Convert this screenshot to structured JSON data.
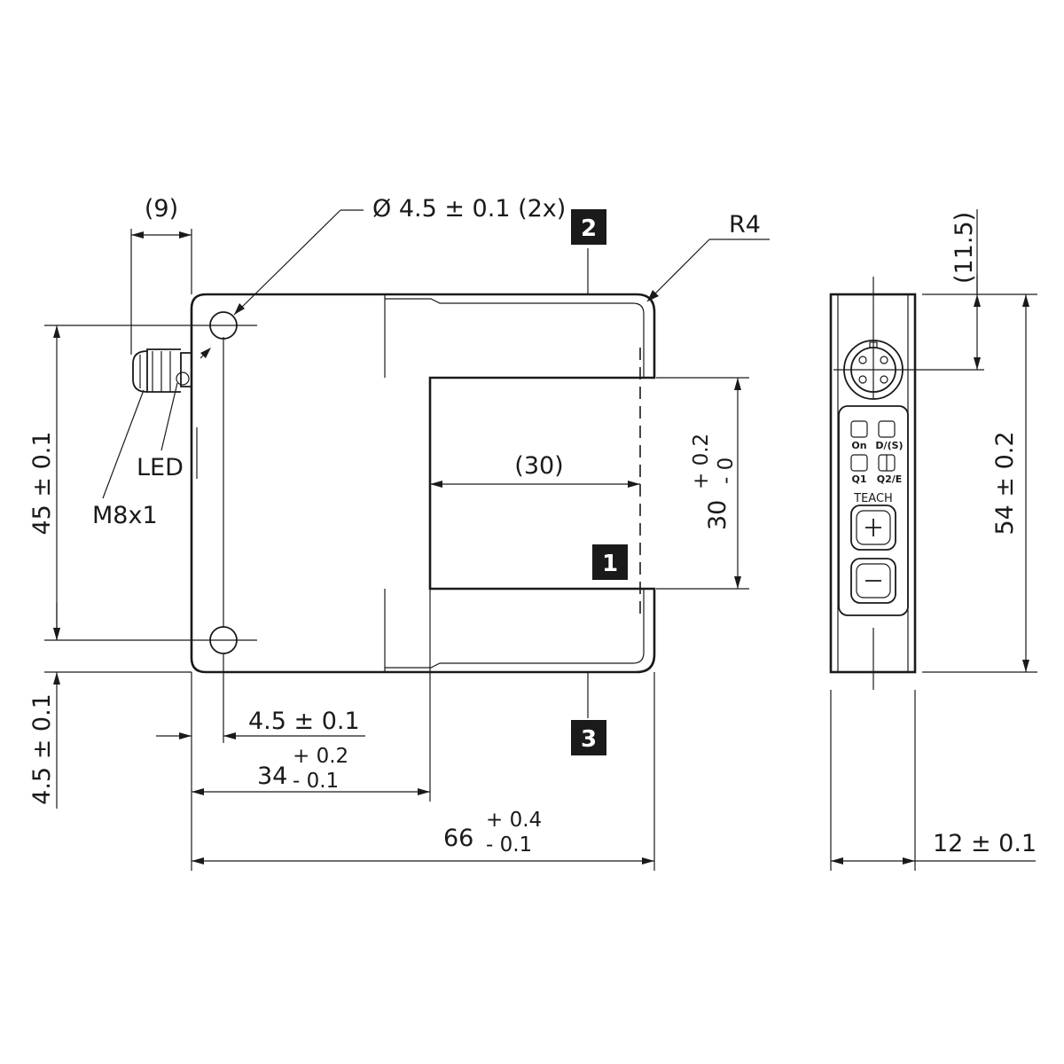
{
  "dimensions": {
    "connector_length": "(9)",
    "hole_diameter": "Ø 4.5 ± 0.1 (2x)",
    "corner_radius": "R4",
    "hole_spacing": "45 ± 0.1",
    "led": "LED",
    "connector_thread": "M8x1",
    "slot_depth": "(30)",
    "slot_width": "30",
    "slot_width_plus": "+ 0.2",
    "slot_width_minus": "- 0",
    "hole_offset_x": "4.5 ± 0.1",
    "hole_offset_y": "4.5 ± 0.1",
    "arm_width": "34",
    "arm_width_plus": "+ 0.2",
    "arm_width_minus": "- 0.1",
    "total_width": "66",
    "total_width_plus": "+ 0.4",
    "total_width_minus": "- 0.1",
    "connector_offset": "(11.5)",
    "total_height": "54 ± 0.2",
    "thickness": "12 ± 0.1"
  },
  "markers": {
    "m1": "1",
    "m2": "2",
    "m3": "3"
  },
  "panel": {
    "on": "On",
    "ds": "D/(S)",
    "q1": "Q1",
    "q2e": "Q2/E",
    "teach": "TEACH"
  },
  "icons": {
    "plus": "plus-button-icon",
    "minus": "minus-button-icon"
  },
  "colors": {
    "line": "#1a1a1a",
    "background": "#ffffff"
  }
}
